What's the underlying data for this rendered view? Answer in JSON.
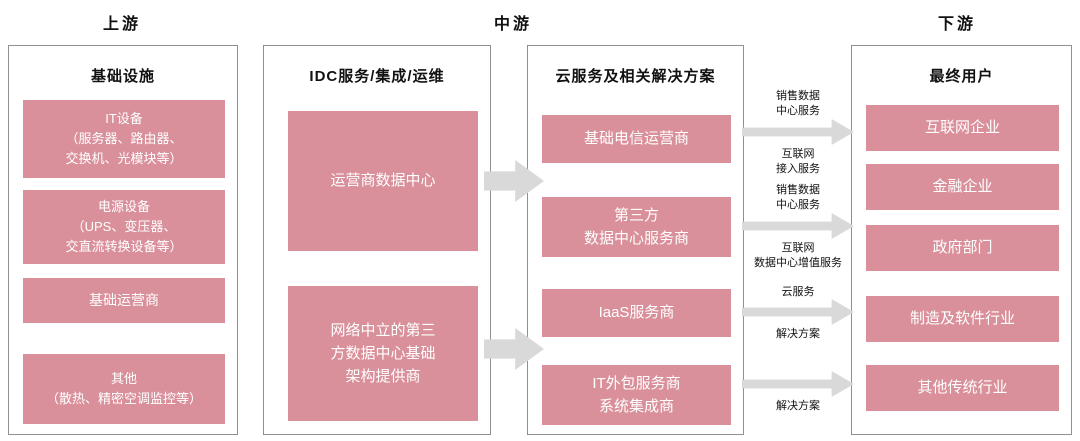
{
  "stages": {
    "upstream": "上游",
    "midstream": "中游",
    "downstream": "下游"
  },
  "columns": {
    "infrastructure": {
      "title": "基础设施",
      "items": [
        "IT设备\n（服务器、路由器、\n交换机、光模块等）",
        "电源设备\n（UPS、变压器、\n交直流转换设备等）",
        "基础运营商",
        "其他\n（散热、精密空调监控等）"
      ]
    },
    "idc_services": {
      "title": "IDC服务/集成/运维",
      "items": [
        "运营商数据中心",
        "网络中立的第三\n方数据中心基础\n架构提供商"
      ]
    },
    "cloud_services": {
      "title": "云服务及相关解决方案",
      "items": [
        "基础电信运营商",
        "第三方\n数据中心服务商",
        "IaaS服务商",
        "IT外包服务商\n系统集成商"
      ]
    },
    "end_users": {
      "title": "最终用户",
      "items": [
        "互联网企业",
        "金融企业",
        "政府部门",
        "制造及软件行业",
        "其他传统行业"
      ]
    }
  },
  "flows": {
    "telecom": {
      "above": "销售数据\n中心服务",
      "below": "互联网\n接入服务"
    },
    "third_party": {
      "above": "销售数据\n中心服务",
      "below": "互联网\n数据中心增值服务"
    },
    "iaas": {
      "above": "云服务",
      "below": "解决方案"
    },
    "integrator": {
      "below": "解决方案"
    }
  },
  "colors": {
    "node_pink": "#d9909a",
    "arrow_gray": "#d9d9d9",
    "border_gray": "#8f8f8f"
  }
}
